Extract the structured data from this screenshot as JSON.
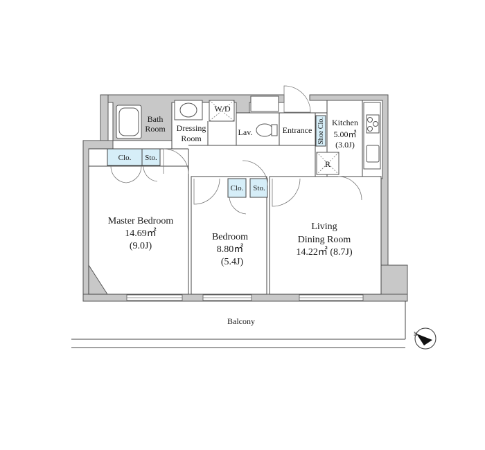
{
  "rooms": {
    "bath": {
      "line1": "Bath",
      "line2": "Room"
    },
    "dressing": {
      "line1": "Dressing",
      "line2": "Room"
    },
    "wd": "W/D",
    "lav": "Lav.",
    "entrance": "Entrance",
    "shoe": "Shoe Clo.",
    "kitchen": {
      "name": "Kitchen",
      "area": "5.00㎡",
      "jo": "(3.0J)"
    },
    "refrigerator": "R",
    "clo_master": "Clo.",
    "sto_master": "Sto.",
    "clo_bed": "Clo.",
    "sto_bed": "Sto.",
    "master": {
      "name": "Master Bedroom",
      "area": "14.69㎡",
      "jo": "(9.0J)"
    },
    "bedroom": {
      "name": "Bedroom",
      "area": "8.80㎡",
      "jo": "(5.4J)"
    },
    "living": {
      "line1": "Living",
      "line2": "Dining Room",
      "area": "14.22㎡ (8.7J)"
    },
    "balcony": "Balcony"
  },
  "compass": {
    "icon": "north-arrow-icon",
    "label": "N"
  },
  "colors": {
    "wall": "#c8c8c8",
    "closet": "#d6eef8",
    "line": "#444444"
  }
}
